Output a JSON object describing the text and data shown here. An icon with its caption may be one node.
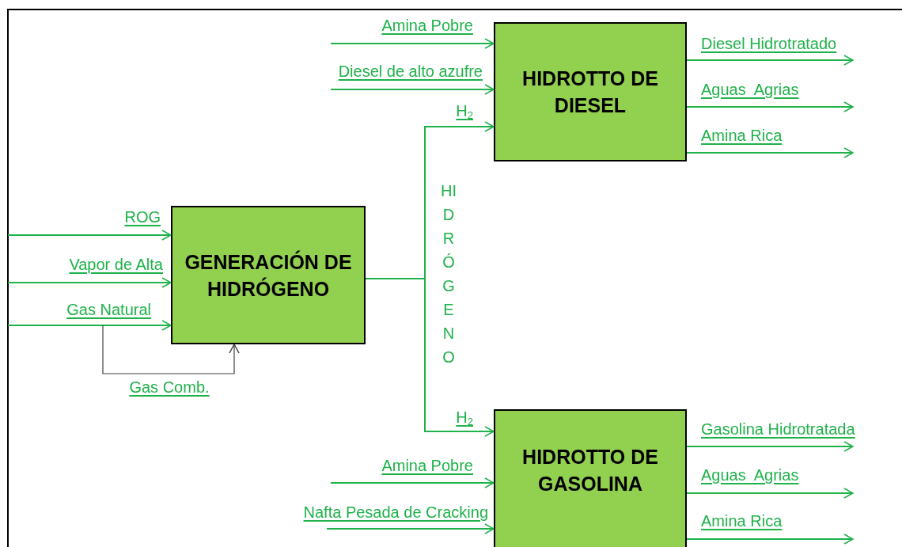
{
  "diagram": {
    "nodes": [
      {
        "text": [
          "GENERACIÓN DE HIDRÓGENO"
        ]
      },
      {
        "text": [
          "HIDROTTO DE DIESEL"
        ]
      },
      {
        "text": [
          "HIDROTTO DE GASOLINA"
        ]
      }
    ],
    "edges": [
      {
        "from": null,
        "to": 0,
        "arrow": "to",
        "label": "ROG"
      },
      {
        "from": null,
        "to": 0,
        "arrow": "to",
        "label": "Vapor de Alta"
      },
      {
        "from": null,
        "to": 0,
        "arrow": "to",
        "label": "Gas Natural"
      },
      {
        "from": null,
        "to": 0,
        "arrow": "to",
        "label": "Gas Comb.",
        "color": "#404040"
      },
      {
        "from": 0,
        "to": 1,
        "arrow": "to",
        "label": "H$_{2}$"
      },
      {
        "from": 0,
        "to": 2,
        "arrow": "to",
        "label": "H$_{2}$"
      },
      {
        "from": null,
        "to": 1,
        "arrow": "to",
        "label": "Amina Pobre"
      },
      {
        "from": null,
        "to": 1,
        "arrow": "to",
        "label": "Diesel de alto azufre"
      },
      {
        "from": 1,
        "to": null,
        "arrow": "to",
        "label": "Diesel Hidrotratado"
      },
      {
        "from": 1,
        "to": null,
        "arrow": "to",
        "label": "Aguas  Agrias"
      },
      {
        "from": 1,
        "to": null,
        "arrow": "to",
        "label": "Amina Rica"
      },
      {
        "from": null,
        "to": 2,
        "arrow": "to",
        "label": "Amina Pobre"
      },
      {
        "from": null,
        "to": 2,
        "arrow": "to",
        "label": "Nafta Pesada de Cracking"
      },
      {
        "from": 2,
        "to": null,
        "arrow": "to",
        "label": "Gasolina Hidrotratada"
      },
      {
        "from": 2,
        "to": null,
        "arrow": "to",
        "label": "Aguas  Agrias"
      },
      {
        "from": 2,
        "to": null,
        "arrow": "to",
        "label": "Amina Rica"
      }
    ],
    "labels": [
      "HIDRÓGENO"
    ]
  }
}
